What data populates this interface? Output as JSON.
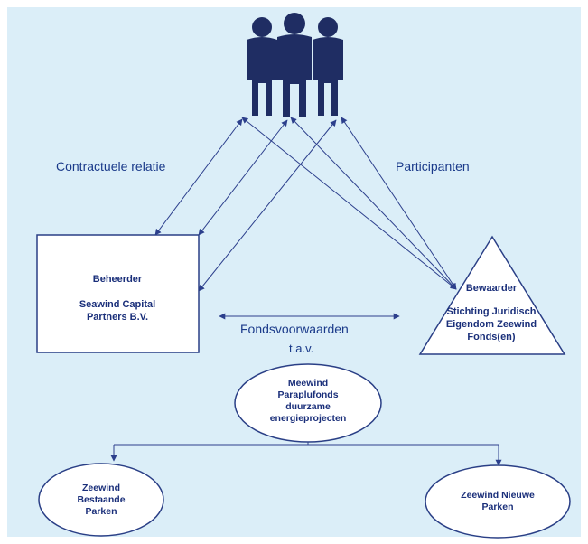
{
  "diagram": {
    "colors": {
      "background": "#dbeef8",
      "people": "#1f2d63",
      "arrow": "#2c3f8c",
      "shape_fill": "#ffffff",
      "shape_stroke": "#2a3f86",
      "text": "#1a2f7a"
    },
    "icons": [
      "people-group-icon"
    ],
    "labels": {
      "contractual": "Contractuele relatie",
      "participants": "Participanten",
      "conditions": "Fondsvoorwaarden",
      "regarding": "t.a.v."
    },
    "manager": {
      "role": "Beheerder",
      "name_line1": "Seawind Capital",
      "name_line2": "Partners B.V."
    },
    "custodian": {
      "role": "Bewaarder",
      "name_line1": "Stichting Juridisch",
      "name_line2": "Eigendom Zeewind",
      "name_line3": "Fonds(en)"
    },
    "umbrella_fund": {
      "line1": "Meewind",
      "line2": "Paraplufonds",
      "line3": "duurzame",
      "line4": "energieprojecten"
    },
    "existing_parks": {
      "line1": "Zeewind",
      "line2": "Bestaande",
      "line3": "Parken"
    },
    "new_parks": {
      "line1": "Zeewind Nieuwe",
      "line2": "Parken"
    }
  }
}
